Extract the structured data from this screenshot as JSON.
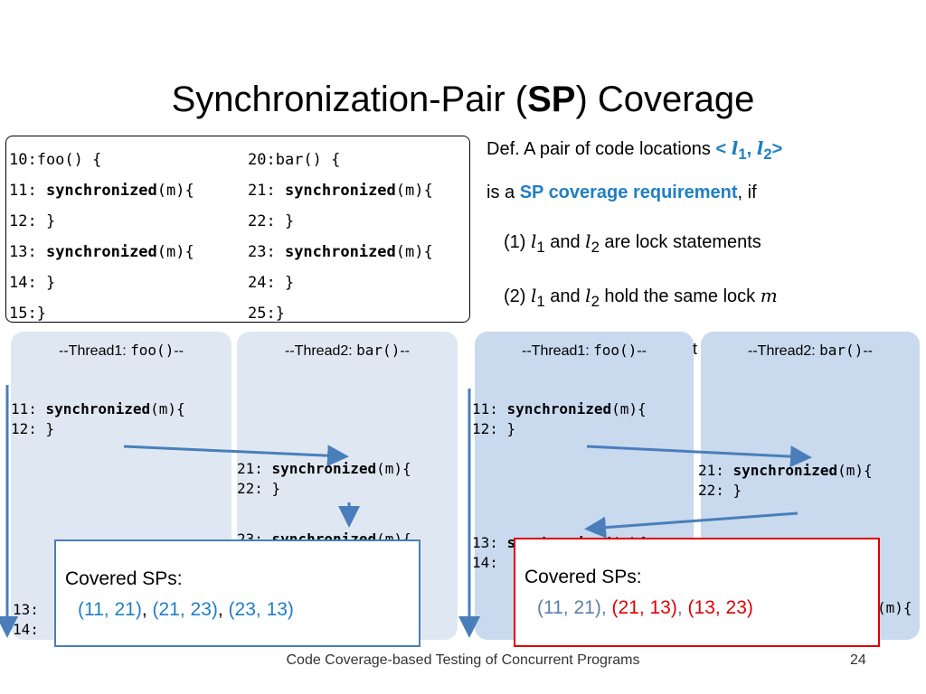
{
  "title": {
    "pre": "Synchronization-Pair (",
    "bold": "SP",
    "post": ") Coverage"
  },
  "code": {
    "left": [
      "10:foo() {",
      "11: |synchronized|(m){",
      "12: }",
      "13: |synchronized|(m){",
      "14: }",
      "15:}"
    ],
    "right": [
      "20:bar() {",
      "21: |synchronized|(m){",
      "22: }",
      "23: |synchronized|(m){",
      "24: }",
      "25:}"
    ]
  },
  "definition": {
    "line1": "Def. A pair of code locations",
    "pair_open": "< ",
    "l1": "l",
    "sub1": "1",
    "comma": ", ",
    "l2": "l",
    "sub2": "2",
    "pair_close": ">",
    "line2_pre": "is a ",
    "line2_req": "SP coverage requirement",
    "line2_post": ", if",
    "cond1_pre": "(1) ",
    "cond1_mid": " and ",
    "cond1_post": " are lock statements",
    "cond2_pre": "(2) ",
    "cond2_mid": " and ",
    "cond2_post": " hold the same lock ",
    "lock": "m",
    "stray_char": "t"
  },
  "scenario_left": {
    "thread1": {
      "prefix": "--Thread1: ",
      "fn": "foo()",
      "suffix": "--"
    },
    "thread2": {
      "prefix": "--Thread2: ",
      "fn": "bar()",
      "suffix": "--"
    },
    "t1_top": [
      "11: |synchronized|(m){",
      "12: }"
    ],
    "t2_mid": [
      "21: |synchronized|(m){",
      "22: }"
    ],
    "t2_low": [
      "23: |synchronized|(m){"
    ],
    "t1_bottom": [
      "13:",
      "14:"
    ],
    "covered_label": "Covered SPs:",
    "pairs": [
      {
        "text": "(11, 21)",
        "color": "#1f7fc4"
      },
      {
        "text": ", ",
        "color": "#000000"
      },
      {
        "text": "(21, 23)",
        "color": "#1f7fc4"
      },
      {
        "text": ", ",
        "color": "#000000"
      },
      {
        "text": "(23, 13)",
        "color": "#1f7fc4"
      }
    ]
  },
  "scenario_right": {
    "thread1": {
      "prefix": "--Thread1: ",
      "fn": "foo()",
      "suffix": "--"
    },
    "thread2": {
      "prefix": "--Thread2: ",
      "fn": "bar()",
      "suffix": "--"
    },
    "t1_top": [
      "11: |synchronized|(m){",
      "12: }"
    ],
    "t2_mid": [
      "21: |synchronized|(m){",
      "22: }"
    ],
    "t1_low": [
      "13: |synchronized|(m){",
      "14:"
    ],
    "t2_bottom": [
      "(m){"
    ],
    "covered_label": "Covered SPs:",
    "pairs": [
      {
        "text": "(11, 21), ",
        "color": "#5b7fa8"
      },
      {
        "text": "(21, 13)",
        "color": "#e00000"
      },
      {
        "text": ", ",
        "color": "#5b7fa8"
      },
      {
        "text": "(13, 23)",
        "color": "#e00000"
      }
    ]
  },
  "footer": "Code Coverage-based Testing of Concurrent Programs",
  "slide_number": "24",
  "colors": {
    "accent_blue": "#1f7fc4",
    "accent_red": "#e00000",
    "arrow": "#4a7ebb",
    "panel_pale": "#dfe8f2",
    "panel_mid": "#c9d9ee"
  }
}
